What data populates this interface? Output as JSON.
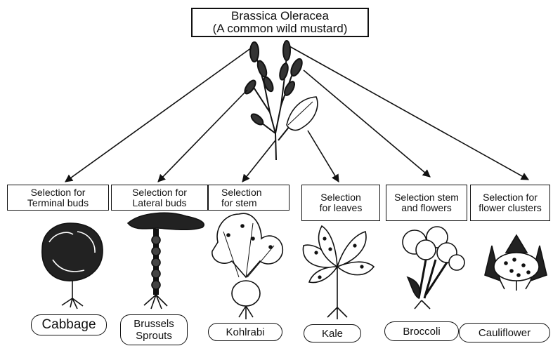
{
  "root": {
    "line1": "Brassica Oleracea",
    "line2": "(A common wild mustard)"
  },
  "selections": [
    {
      "line1": "Selection for",
      "line2": "Terminal buds"
    },
    {
      "line1": "Selection for",
      "line2": "Lateral buds"
    },
    {
      "line1": "Selection",
      "line2": "for stem"
    },
    {
      "line1": "Selection",
      "line2": "for leaves"
    },
    {
      "line1": "Selection stem",
      "line2": "and flowers"
    },
    {
      "line1": "Selection for",
      "line2": "flower clusters"
    }
  ],
  "vegetables": [
    {
      "line1": "Cabbage",
      "line2": ""
    },
    {
      "line1": "Brussels",
      "line2": "Sprouts"
    },
    {
      "line1": "Kohlrabi",
      "line2": ""
    },
    {
      "line1": "Kale",
      "line2": ""
    },
    {
      "line1": "Broccoli",
      "line2": ""
    },
    {
      "line1": "Cauliflower",
      "line2": ""
    }
  ],
  "icons": [
    "wild-mustard-icon",
    "cabbage-icon",
    "brussels-sprouts-icon",
    "kohlrabi-icon",
    "kale-icon",
    "broccoli-icon",
    "cauliflower-icon"
  ]
}
